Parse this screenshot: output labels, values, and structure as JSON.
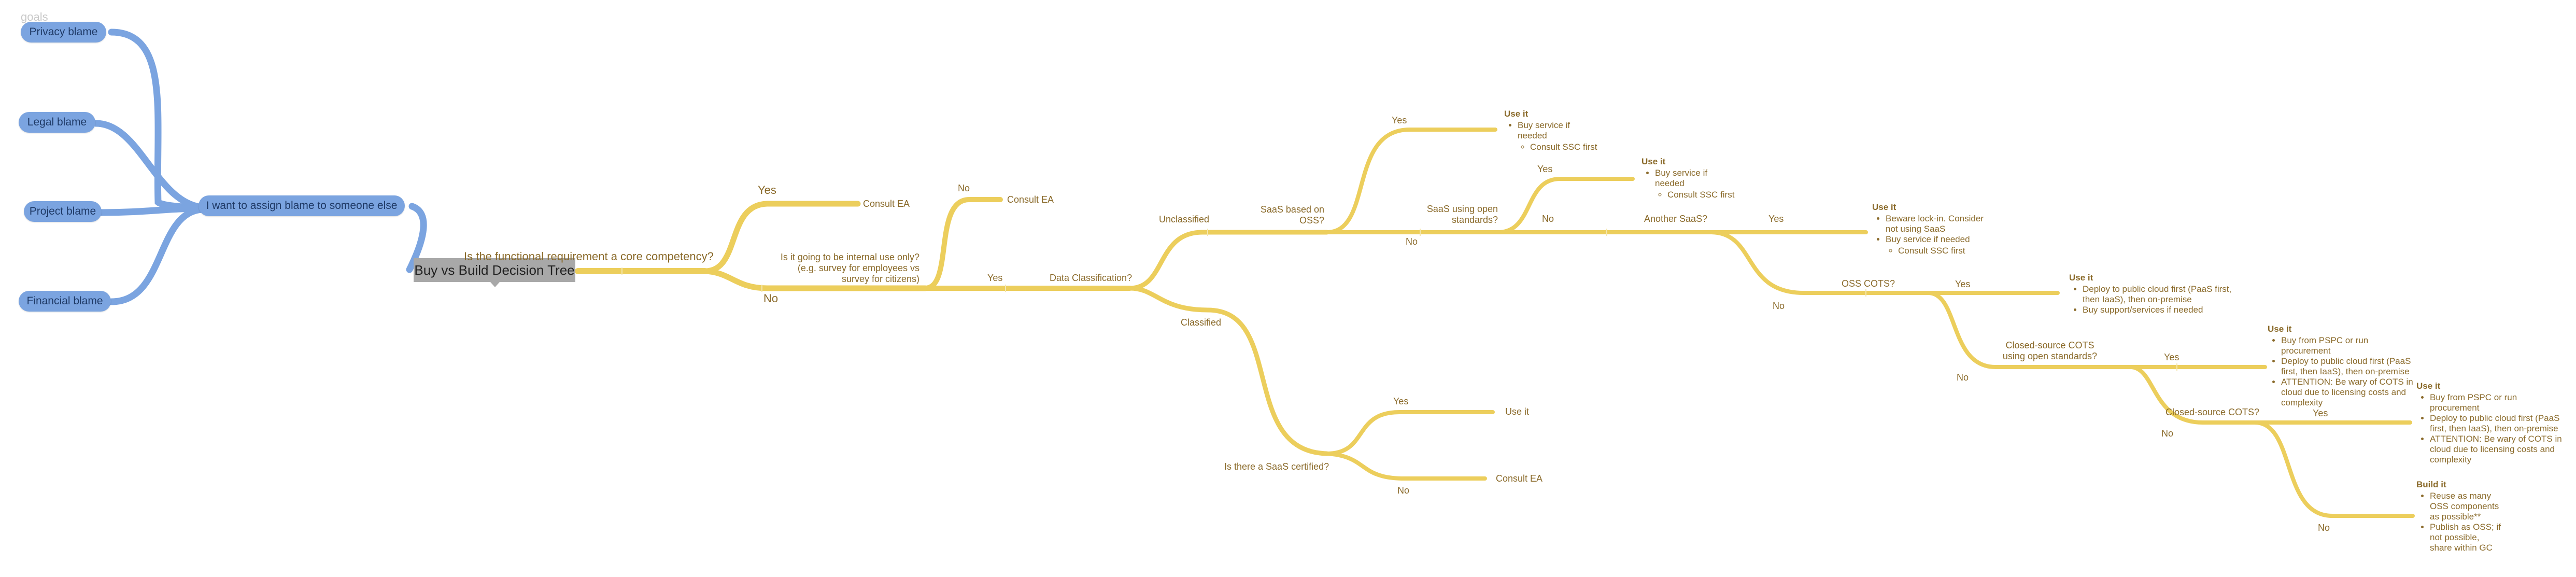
{
  "diagram": {
    "corner_mark": "goals",
    "root_title": "Buy vs Build Decision Tree",
    "blame": {
      "privacy": "Privacy blame",
      "legal": "Legal blame",
      "project": "Project blame",
      "financial": "Financial blame",
      "hub": "I want to assign blame to someone else"
    },
    "q_core_competency": "Is the functional requirement a core competency?",
    "q_internal": {
      "line1": "Is it going to be internal use only?",
      "line2": "(e.g.  survey for employees vs",
      "line3": "survey for citizens)"
    },
    "q_data_class": "Data Classification?",
    "unclassified": "Unclassified",
    "classified": "Classified",
    "q_saas_oss": {
      "line1": "SaaS based on",
      "line2": "OSS?"
    },
    "q_saas_open": {
      "line1": "SaaS using open",
      "line2": "standards?"
    },
    "q_another_saas": "Another SaaS?",
    "q_oss_cots": "OSS COTS?",
    "q_closed_open": {
      "line1": "Closed-source COTS",
      "line2": "using open standards?"
    },
    "q_closed_cots": "Closed-source COTS?",
    "q_saas_certified": "Is there a SaaS certified?",
    "answers": {
      "yes": "Yes",
      "no": "No"
    },
    "consult_ea": "Consult EA",
    "use_it": "Use it",
    "build_it": "Build it",
    "outcomes": {
      "buy_if_needed_a": {
        "line1": "Buy service if",
        "line2": "needed"
      },
      "consult_ssc_first": "Consult SSC first",
      "beware_lockin": {
        "line1": "Beware lock-in. Consider",
        "line2": "not using SaaS"
      },
      "buy_service_if_needed": "Buy service if needed",
      "deploy_paas": {
        "line1": "Deploy to public cloud first (PaaS first,",
        "line2": "then IaaS), then on-premise"
      },
      "buy_support": "Buy support/services if needed",
      "buy_pspc": {
        "line1": "Buy from PSPC or run",
        "line2": "procurement"
      },
      "deploy_cloud": {
        "line1": "Deploy to public cloud first (PaaS",
        "line2": "first, then IaaS), then on-premise"
      },
      "attention": {
        "line1": "ATTENTION: Be wary of COTS in",
        "line2": "cloud due to licensing costs and",
        "line3": "complexity"
      },
      "reuse_oss": {
        "line1": "Reuse as many",
        "line2": "OSS components",
        "line3": "as possible**"
      },
      "publish_oss": {
        "line1": "Publish as OSS; if",
        "line2": "not possible,",
        "line3": "share within GC"
      }
    },
    "colors": {
      "blame_accent": "#7ba4e0",
      "tree_accent": "#ecce5c",
      "text_accent": "#8a6a2a",
      "root_fill": "#a8a8a8"
    }
  }
}
